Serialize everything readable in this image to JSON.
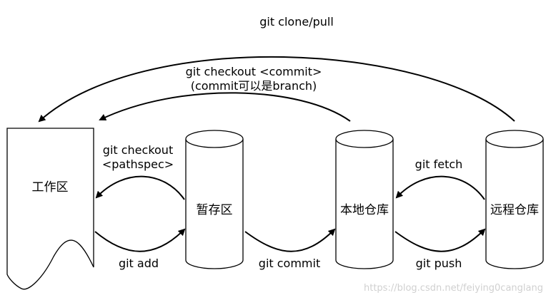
{
  "nodes": {
    "workspace": "工作区",
    "staging": "暂存区",
    "local_repo": "本地仓库",
    "remote_repo": "远程仓库"
  },
  "arrows": {
    "clone_pull": "git clone/pull",
    "checkout_commit_line1": "git checkout <commit>",
    "checkout_commit_line2": "(commit可以是branch)",
    "checkout_pathspec_line1": "git checkout",
    "checkout_pathspec_line2": "<pathspec>",
    "add": "git add",
    "commit": "git commit",
    "fetch": "git fetch",
    "push": "git push"
  },
  "watermark": "https://blog.csdn.net/feiying0canglang"
}
